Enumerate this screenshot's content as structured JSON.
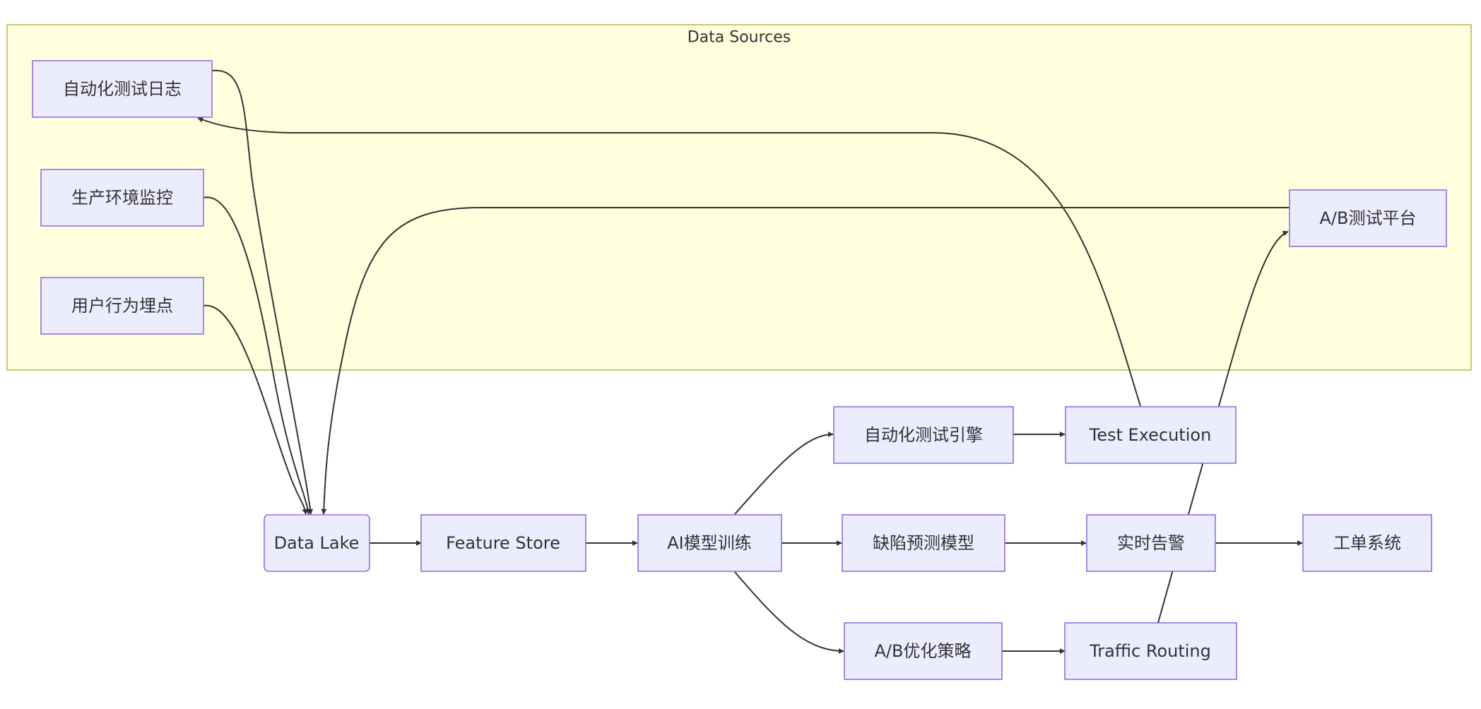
{
  "cluster": {
    "title": "Data Sources"
  },
  "nodes": {
    "test_logs": "自动化测试日志",
    "prod_monitor": "生产环境监控",
    "user_tracking": "用户行为埋点",
    "ab_platform": "A/B测试平台",
    "data_lake": "Data Lake",
    "feature_store": "Feature Store",
    "ai_training": "AI模型训练",
    "test_engine": "自动化测试引擎",
    "defect_model": "缺陷预测模型",
    "ab_strategy": "A/B优化策略",
    "test_execution": "Test Execution",
    "realtime_alert": "实时告警",
    "traffic_routing": "Traffic Routing",
    "ticket_system": "工单系统"
  },
  "edges": [
    {
      "from": "test_logs",
      "to": "data_lake"
    },
    {
      "from": "prod_monitor",
      "to": "data_lake"
    },
    {
      "from": "user_tracking",
      "to": "data_lake"
    },
    {
      "from": "ab_platform",
      "to": "data_lake"
    },
    {
      "from": "data_lake",
      "to": "feature_store"
    },
    {
      "from": "feature_store",
      "to": "ai_training"
    },
    {
      "from": "ai_training",
      "to": "test_engine"
    },
    {
      "from": "ai_training",
      "to": "defect_model"
    },
    {
      "from": "ai_training",
      "to": "ab_strategy"
    },
    {
      "from": "test_engine",
      "to": "test_execution"
    },
    {
      "from": "defect_model",
      "to": "realtime_alert"
    },
    {
      "from": "ab_strategy",
      "to": "traffic_routing"
    },
    {
      "from": "realtime_alert",
      "to": "ticket_system"
    },
    {
      "from": "test_execution",
      "to": "test_logs"
    },
    {
      "from": "traffic_routing",
      "to": "ab_platform"
    }
  ],
  "colors": {
    "cluster_fill": "#ffffde",
    "cluster_stroke": "#aaaa33",
    "node_fill": "#ececff",
    "node_stroke": "#9370db",
    "edge": "#333333",
    "text": "#333333"
  }
}
